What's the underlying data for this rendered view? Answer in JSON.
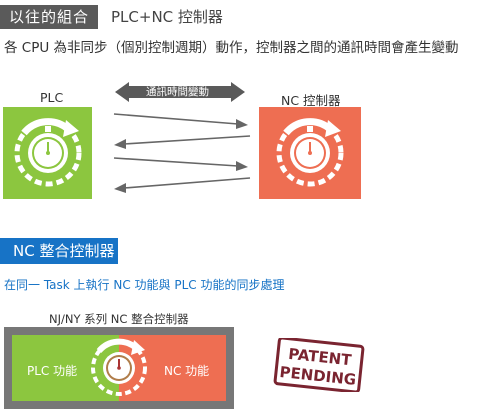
{
  "old": {
    "tag": "以往的組合",
    "title": "PLC+NC 控制器",
    "description": "各 CPU 為非同步（個別控制週期）動作，控制器之間的通訊時間會產生變動",
    "plc_label": "PLC",
    "nc_label": "NC 控制器",
    "sync_label": "通訊時間變動"
  },
  "new": {
    "tag": "NC 整合控制器",
    "description": "在同一 Task 上執行 NC 功能與 PLC 功能的同步處理",
    "combo_title": "NJ/NY 系列 NC 整合控制器",
    "plc_func": "PLC 功能",
    "nc_func": "NC 功能"
  },
  "stamp": {
    "line1": "PATENT",
    "line2": "PENDING"
  },
  "colors": {
    "plc_green": "#8cc63f",
    "nc_red": "#ee6e52",
    "new_blue": "#1773c6",
    "old_gray": "#5a5a5a"
  }
}
